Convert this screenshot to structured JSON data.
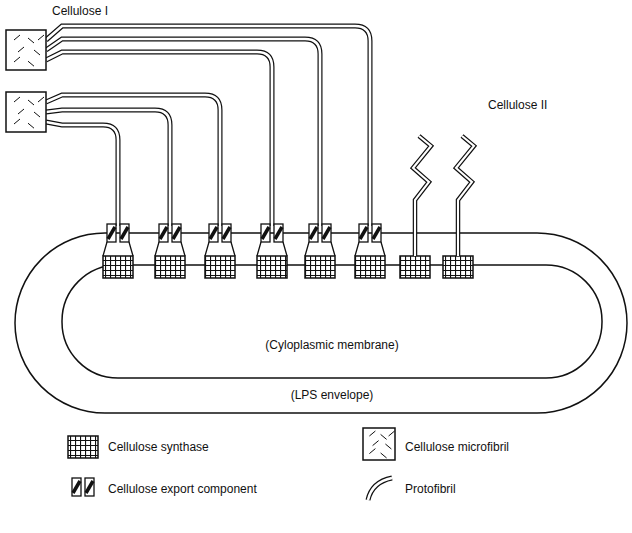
{
  "diagram": {
    "labels": [
      "Cellulose I",
      "Cellulose II",
      "(Cyloplasmic membrane)",
      "(LPS envelope)"
    ],
    "legend": [
      {
        "text": "Cellulose synthase"
      },
      {
        "text": "Cellulose microfibril"
      },
      {
        "text": "Cellulose export component"
      },
      {
        "text": "Protofibril"
      }
    ]
  }
}
